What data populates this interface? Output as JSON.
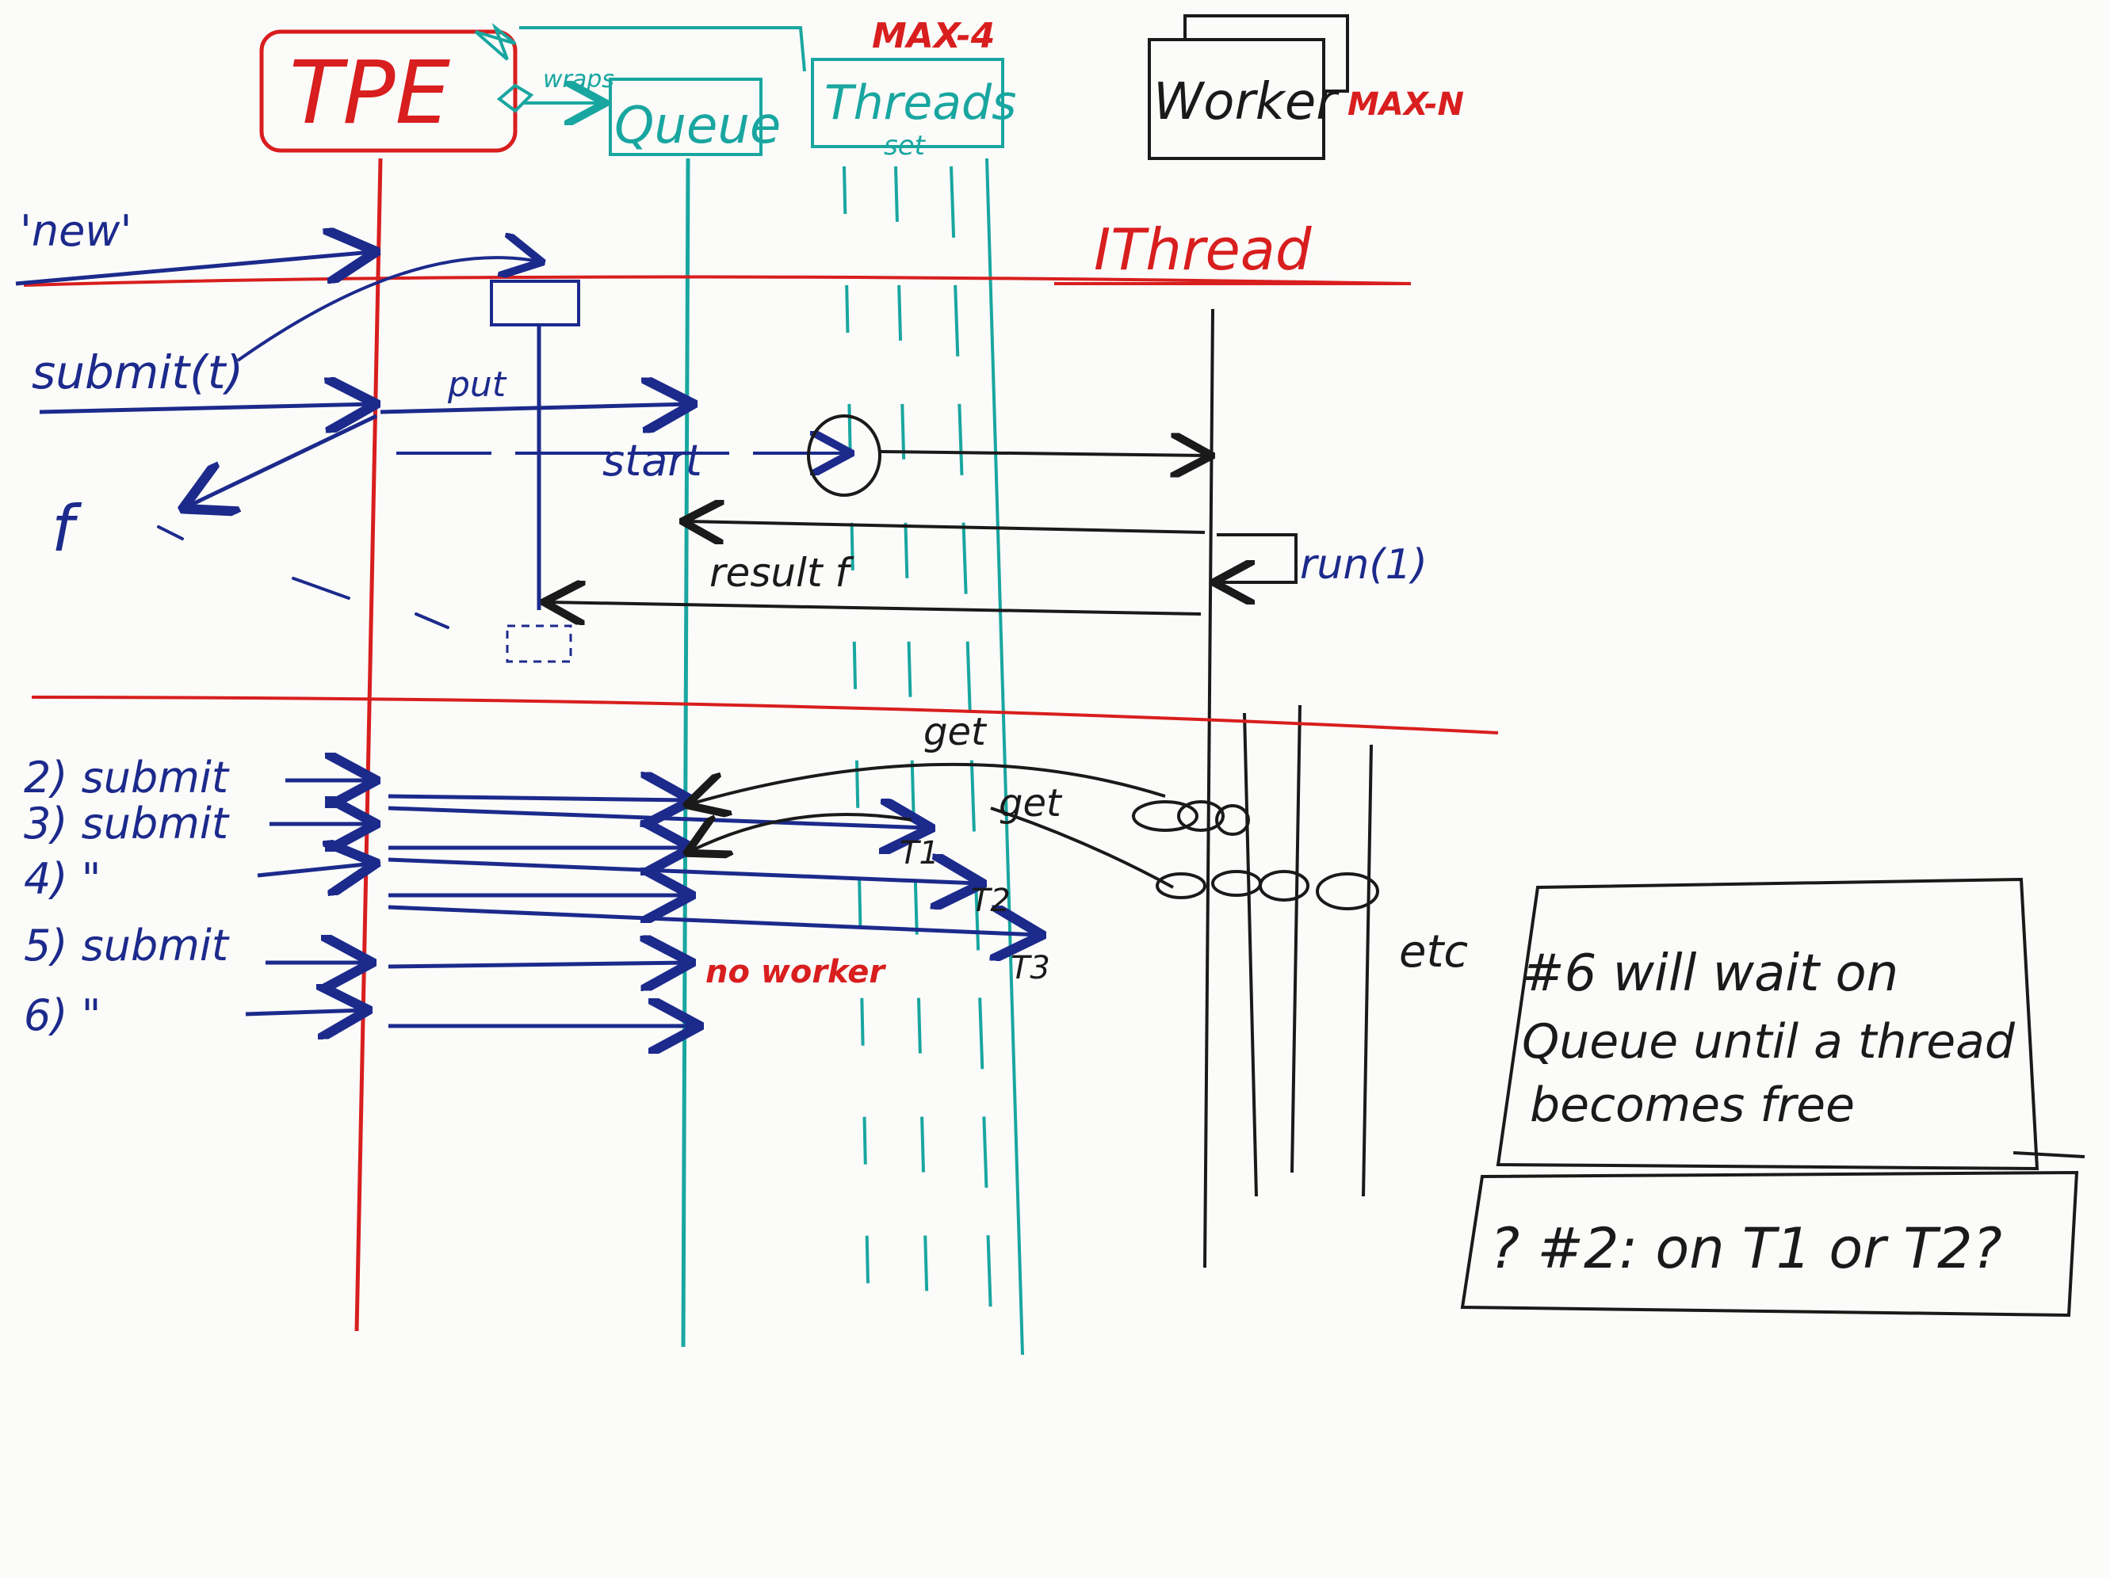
{
  "colors": {
    "blue": "#1c2a8c",
    "red": "#d81e1e",
    "teal": "#19a6a0",
    "black": "#1a1a1a",
    "board": "#fbfbf9"
  },
  "participants": {
    "tpe": "TPE",
    "wraps": "wraps",
    "queue": "Queue",
    "max": "MAX-4",
    "threads": "Threads",
    "set": "set",
    "worker": "Worker",
    "max_n": "MAX-N",
    "ithread": "IThread"
  },
  "section1": {
    "new": "'new'",
    "submit": "submit(t)",
    "put": "put",
    "start": "start",
    "f": "f",
    "result": "result f",
    "run": "run(1)"
  },
  "section2": {
    "calls": [
      "2) submit",
      "3) submit",
      "4) \"",
      "5) submit",
      "6) \""
    ],
    "get1": "get",
    "get2": "get",
    "no_worker": "no worker",
    "t_labels": [
      "T1",
      "T2",
      "T3"
    ],
    "etc": "etc"
  },
  "notes": {
    "note1": [
      "#6 will wait on",
      "Queue until a thread",
      "becomes free"
    ],
    "note2": "? #2: on T1 or T2?"
  }
}
